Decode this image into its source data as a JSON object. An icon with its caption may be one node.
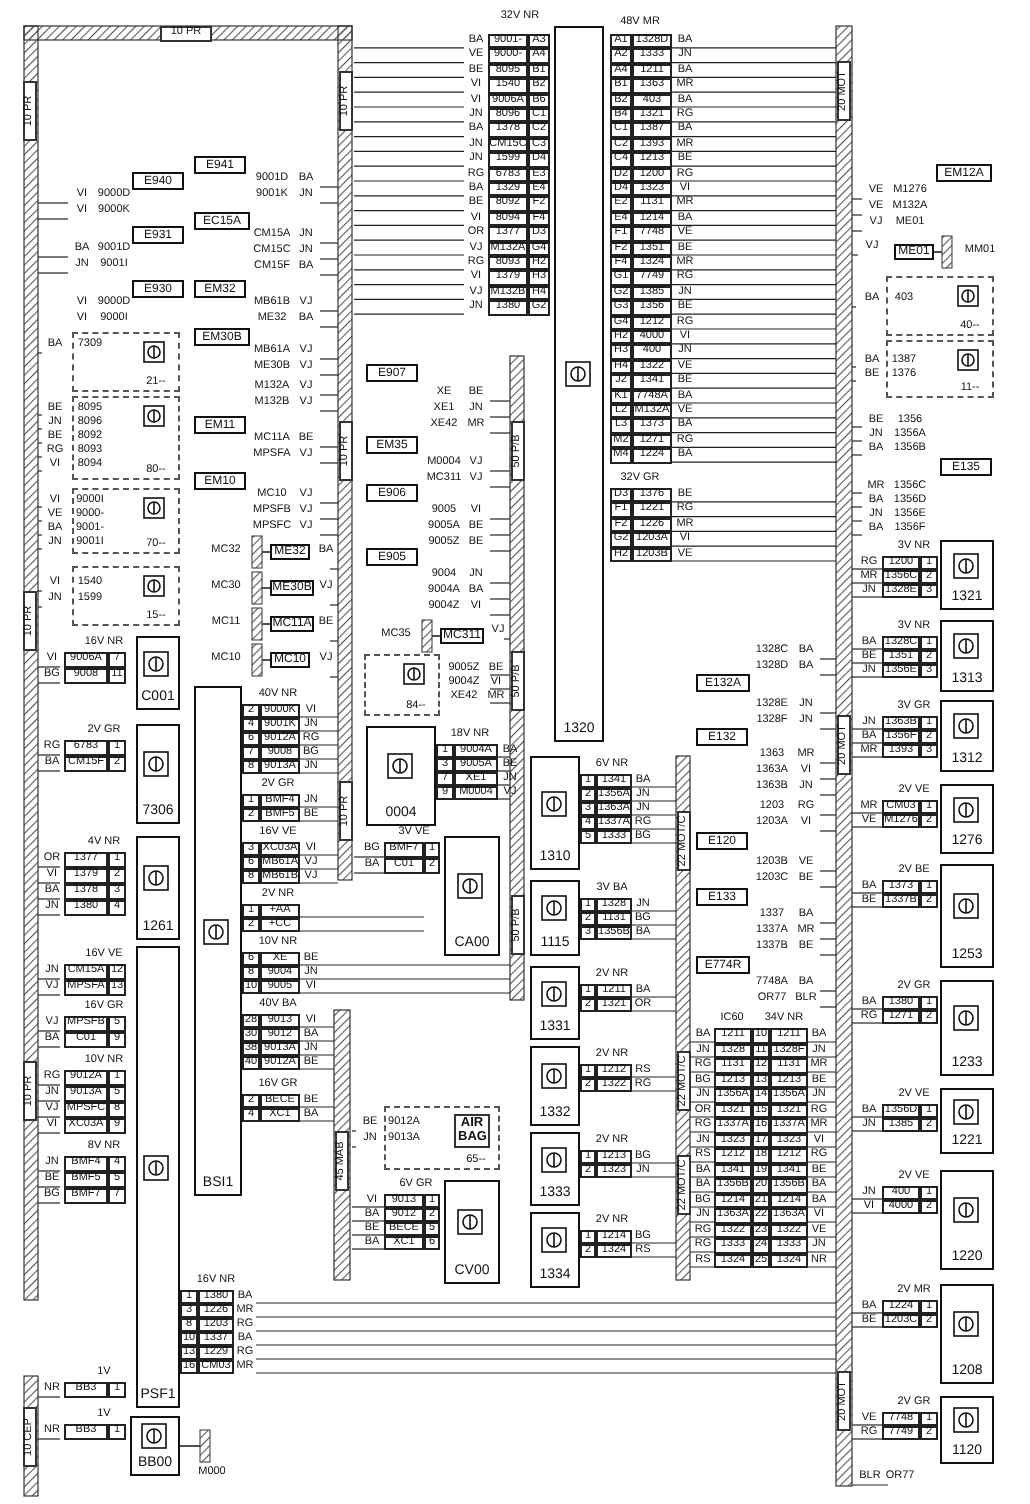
{
  "diagram": {
    "nodes": [
      {
        "text": [
          "E941"
        ]
      },
      {
        "text": [
          "E940"
        ]
      },
      {
        "text": [
          "EC15A"
        ]
      },
      {
        "text": [
          "E931"
        ]
      },
      {
        "text": [
          "E930"
        ]
      },
      {
        "text": [
          "EM32"
        ]
      },
      {
        "text": [
          "EM30B"
        ]
      },
      {
        "text": [
          "EM11"
        ]
      },
      {
        "text": [
          "EM10"
        ]
      },
      {
        "text": [
          "21--"
        ]
      },
      {
        "text": [
          "80--"
        ]
      },
      {
        "text": [
          "70--"
        ]
      },
      {
        "text": [
          "15--"
        ]
      },
      {
        "text": [
          "ME32"
        ],
        "beside": [
          "MC32"
        ]
      },
      {
        "text": [
          "ME30B"
        ],
        "beside": [
          "MC30"
        ]
      },
      {
        "text": [
          "MC11A"
        ],
        "beside": [
          "MC11"
        ]
      },
      {
        "text": [
          "MC10"
        ],
        "beside": [
          "MC10"
        ]
      },
      {
        "text": [
          "E907"
        ]
      },
      {
        "text": [
          "EM35"
        ]
      },
      {
        "text": [
          "E906"
        ]
      },
      {
        "text": [
          "E905"
        ]
      },
      {
        "text": [
          "MC311"
        ],
        "beside": [
          "MC35"
        ]
      },
      {
        "text": [
          "84--"
        ]
      },
      {
        "text": [
          "1320"
        ]
      },
      {
        "text": [
          "C001"
        ]
      },
      {
        "text": [
          "7306"
        ]
      },
      {
        "text": [
          "1261"
        ]
      },
      {
        "text": [
          "0004"
        ]
      },
      {
        "text": [
          "CA00"
        ]
      },
      {
        "text": [
          "BSI1"
        ]
      },
      {
        "text": [
          "1310"
        ]
      },
      {
        "text": [
          "1115"
        ]
      },
      {
        "text": [
          "1331"
        ]
      },
      {
        "text": [
          "1332"
        ]
      },
      {
        "text": [
          "1333"
        ]
      },
      {
        "text": [
          "1334"
        ]
      },
      {
        "text": [
          "AIR BAG",
          "65--"
        ]
      },
      {
        "text": [
          "CV00"
        ]
      },
      {
        "text": [
          "PSF1"
        ]
      },
      {
        "text": [
          "BB00"
        ]
      },
      {
        "text": [
          "EM12A"
        ]
      },
      {
        "text": [
          "ME01"
        ],
        "beside": [
          "MM01"
        ]
      },
      {
        "text": [
          "40--"
        ]
      },
      {
        "text": [
          "11--"
        ]
      },
      {
        "text": [
          "E135"
        ]
      },
      {
        "text": [
          "E132A"
        ]
      },
      {
        "text": [
          "E132"
        ]
      },
      {
        "text": [
          "E120"
        ]
      },
      {
        "text": [
          "E133"
        ]
      },
      {
        "text": [
          "E774R"
        ]
      },
      {
        "text": [
          "1321"
        ]
      },
      {
        "text": [
          "1313"
        ]
      },
      {
        "text": [
          "1312"
        ]
      },
      {
        "text": [
          "1276"
        ]
      },
      {
        "text": [
          "1253"
        ]
      },
      {
        "text": [
          "1233"
        ]
      },
      {
        "text": [
          "1221"
        ]
      },
      {
        "text": [
          "1220"
        ]
      },
      {
        "text": [
          "1208"
        ]
      },
      {
        "text": [
          "1120"
        ]
      }
    ],
    "labels": [
      "10 PR",
      "10 PR",
      "10 PR",
      "10 PR",
      "10 PR",
      "10 PR",
      "10 PR",
      "10 CEP",
      "50 P/B",
      "50 P/B",
      "50 P/B",
      "20 MOT",
      "20 MOT",
      "20 MOT",
      "22 MOT/C",
      "22 MOT/C",
      "22 MOT/C",
      "45 MAB",
      "VI",
      "9000D",
      "VI",
      "9000K",
      "9001D",
      "BA",
      "9001K",
      "JN",
      "BA",
      "9001D",
      "JN",
      "9001I",
      "CM15A",
      "JN",
      "CM15C",
      "JN",
      "CM15F",
      "BA",
      "VI",
      "9000D",
      "VI",
      "9000I",
      "MB61B",
      "VJ",
      "ME32",
      "BA",
      "MB61A",
      "VJ",
      "ME30B",
      "VJ",
      "M132A",
      "VJ",
      "M132B",
      "VJ",
      "MC11A",
      "BE",
      "MPSFA",
      "VJ",
      "MC10",
      "VJ",
      "MPSFB",
      "VJ",
      "MPSFC",
      "VJ",
      "BA",
      "7309",
      "BE",
      "8095",
      "JN",
      "8096",
      "BE",
      "8092",
      "RG",
      "8093",
      "VI",
      "8094",
      "VI",
      "9000I",
      "VE",
      "9000-",
      "BA",
      "9001-",
      "JN",
      "9001I",
      "VI",
      "1540",
      "JN",
      "1599",
      "BA",
      "VJ",
      "BE",
      "VJ",
      "32V NR",
      "BA",
      "9001-",
      "A3",
      "VE",
      "9000-",
      "A4",
      "BE",
      "8095",
      "B1",
      "VI",
      "1540",
      "B2",
      "VI",
      "9006A",
      "B6",
      "JN",
      "8096",
      "C1",
      "BA",
      "1378",
      "C2",
      "JN",
      "CM15C",
      "C3",
      "JN",
      "1599",
      "D4",
      "RG",
      "6783",
      "E3",
      "BA",
      "1329",
      "E4",
      "BE",
      "8092",
      "F2",
      "VI",
      "8094",
      "F4",
      "OR",
      "1377",
      "D3",
      "VJ",
      "M132A",
      "G4",
      "RG",
      "8093",
      "H2",
      "VI",
      "1379",
      "H3",
      "VJ",
      "M132B",
      "H4",
      "JN",
      "1380",
      "G2",
      "XE",
      "BE",
      "XE1",
      "JN",
      "XE42",
      "MR",
      "M0004",
      "VJ",
      "MC311",
      "VJ",
      "9005",
      "VI",
      "9005A",
      "BE",
      "9005Z",
      "BE",
      "9004",
      "JN",
      "9004A",
      "BA",
      "9004Z",
      "VI",
      "VJ",
      "9005Z",
      "BE",
      "9004Z",
      "VI",
      "XE42",
      "MR",
      "18V NR",
      "1",
      "9004A",
      "BA",
      "3",
      "9005A",
      "BE",
      "7",
      "XE1",
      "JN",
      "9",
      "M0004",
      "VJ",
      "3V VE",
      "BG",
      "BMF7",
      "1",
      "BA",
      "C01",
      "2",
      "48V MR",
      "A1",
      "1328D",
      "BA",
      "A2",
      "1333",
      "JN",
      "A4",
      "1211",
      "BA",
      "B1",
      "1363",
      "MR",
      "B2",
      "403",
      "BA",
      "B4",
      "1321",
      "RG",
      "C1",
      "1387",
      "BA",
      "C2",
      "1393",
      "MR",
      "C4",
      "1213",
      "BE",
      "D2",
      "1200",
      "RG",
      "D4",
      "1323",
      "VI",
      "E2",
      "1131",
      "MR",
      "E4",
      "1214",
      "BA",
      "F1",
      "7748",
      "VE",
      "F2",
      "1351",
      "BE",
      "F4",
      "1324",
      "MR",
      "G1",
      "7749",
      "RG",
      "G2",
      "1385",
      "JN",
      "G3",
      "1356",
      "BE",
      "G4",
      "1212",
      "RG",
      "H2",
      "4000",
      "VI",
      "H3",
      "400",
      "JN",
      "H4",
      "1322",
      "VE",
      "J2",
      "1341",
      "BE",
      "K1",
      "7748A",
      "BA",
      "L2",
      "M132A",
      "VE",
      "L3",
      "1373",
      "BA",
      "M2",
      "1271",
      "RG",
      "M4",
      "1224",
      "BA",
      "32V GR",
      "D3",
      "1376",
      "BE",
      "F1",
      "1221",
      "RG",
      "F2",
      "1226",
      "MR",
      "G2",
      "1203A",
      "VI",
      "H2",
      "1203B",
      "VE",
      "VE",
      "M1276",
      "VE",
      "M132A",
      "VJ",
      "ME01",
      "VJ",
      "BA",
      "403",
      "BA",
      "1387",
      "BE",
      "1376",
      "BE",
      "1356",
      "JN",
      "1356A",
      "BA",
      "1356B",
      "MR",
      "1356C",
      "BA",
      "1356D",
      "JN",
      "1356E",
      "BA",
      "1356F",
      "3V NR",
      "RG",
      "1200",
      "1",
      "MR",
      "1356C",
      "2",
      "JN",
      "1328E",
      "3",
      "3V NR",
      "BA",
      "1328C",
      "1",
      "BE",
      "1351",
      "2",
      "JN",
      "1356E",
      "3",
      "3V GR",
      "JN",
      "1363B",
      "1",
      "BA",
      "1356F",
      "2",
      "MR",
      "1393",
      "3",
      "2V VE",
      "MR",
      "CM03",
      "1",
      "VE",
      "M1276",
      "2",
      "2V BE",
      "BA",
      "1373",
      "1",
      "BE",
      "1337B",
      "2",
      "2V GR",
      "BA",
      "1380",
      "1",
      "RG",
      "1271",
      "2",
      "2V VE",
      "BA",
      "1356D",
      "1",
      "JN",
      "1385",
      "2",
      "2V VE",
      "JN",
      "400",
      "1",
      "VI",
      "4000",
      "2",
      "2V MR",
      "BA",
      "1224",
      "1",
      "BE",
      "1203C",
      "2",
      "2V GR",
      "VE",
      "7748",
      "1",
      "RG",
      "7749",
      "2",
      "BLR",
      "OR77",
      "1328C",
      "BA",
      "1328D",
      "BA",
      "1328E",
      "JN",
      "1328F",
      "JN",
      "1363",
      "MR",
      "1363A",
      "VI",
      "1363B",
      "JN",
      "1203",
      "RG",
      "1203A",
      "VI",
      "1203B",
      "VE",
      "1203C",
      "BE",
      "1337",
      "BA",
      "1337A",
      "MR",
      "1337B",
      "BE",
      "7748A",
      "BA",
      "OR77",
      "BLR",
      "IC60",
      "34V NR",
      "BA",
      "1211",
      "10",
      "1211",
      "BA",
      "JN",
      "1328",
      "11",
      "1328F",
      "JN",
      "RG",
      "1131",
      "12",
      "1131",
      "MR",
      "BG",
      "1213",
      "13",
      "1213",
      "BE",
      "JN",
      "1356A",
      "14",
      "1356A",
      "JN",
      "OR",
      "1321",
      "15",
      "1321",
      "RG",
      "RG",
      "1337A",
      "16",
      "1337A",
      "MR",
      "JN",
      "1323",
      "17",
      "1323",
      "VI",
      "RS",
      "1212",
      "18",
      "1212",
      "RG",
      "BA",
      "1341",
      "19",
      "1341",
      "BE",
      "BA",
      "1356B",
      "20",
      "1356B",
      "BA",
      "BG",
      "1214",
      "21",
      "1214",
      "BA",
      "JN",
      "1363A",
      "22",
      "1363A",
      "VI",
      "RG",
      "1322",
      "23",
      "1322",
      "VE",
      "RG",
      "1333",
      "24",
      "1333",
      "JN",
      "RS",
      "1324",
      "25",
      "1324",
      "NR",
      "6V NR",
      "1",
      "1341",
      "BA",
      "2",
      "1356A",
      "JN",
      "3",
      "1363A",
      "JN",
      "4",
      "1337A",
      "RG",
      "5",
      "1333",
      "BG",
      "3V BA",
      "1",
      "1328",
      "JN",
      "2",
      "1131",
      "BG",
      "3",
      "1356B",
      "BA",
      "2V NR",
      "1",
      "1211",
      "BA",
      "2",
      "1321",
      "OR",
      "2V NR",
      "1",
      "1212",
      "RS",
      "2",
      "1322",
      "RG",
      "2V NR",
      "1",
      "1213",
      "BG",
      "2",
      "1323",
      "JN",
      "2V NR",
      "1",
      "1214",
      "BG",
      "2",
      "1324",
      "RS",
      "16V NR",
      "VI",
      "9006A",
      "7",
      "BG",
      "9008",
      "11",
      "2V GR",
      "RG",
      "6783",
      "1",
      "BA",
      "CM15F",
      "2",
      "4V NR",
      "OR",
      "1377",
      "1",
      "VI",
      "1379",
      "2",
      "BA",
      "1378",
      "3",
      "JN",
      "1380",
      "4",
      "16V VE",
      "JN",
      "CM15A",
      "12",
      "VJ",
      "MPSFA",
      "13",
      "16V GR",
      "VJ",
      "MPSFB",
      "5",
      "BA",
      "C01",
      "9",
      "10V NR",
      "RG",
      "9012A",
      "1",
      "JN",
      "9013A",
      "5",
      "VJ",
      "MPSFC",
      "8",
      "VI",
      "XC03A",
      "9",
      "8V NR",
      "JN",
      "BMF4",
      "4",
      "BE",
      "BMF5",
      "5",
      "BG",
      "BMF7",
      "7",
      "1V",
      "NR",
      "BB3",
      "1",
      "1V",
      "NR",
      "BB3",
      "1",
      "M000",
      "16V NR",
      "1",
      "1380",
      "BA",
      "3",
      "1226",
      "MR",
      "8",
      "1203",
      "RG",
      "10",
      "1337",
      "BA",
      "13",
      "1229",
      "RG",
      "16",
      "CM03",
      "MR",
      "40V NR",
      "2",
      "9000K",
      "VI",
      "4",
      "9001K",
      "JN",
      "6",
      "9012A",
      "RG",
      "7",
      "9008",
      "BG",
      "8",
      "9013A",
      "JN",
      "2V GR",
      "1",
      "BMF4",
      "JN",
      "2",
      "BMF5",
      "BE",
      "16V VE",
      "3",
      "XC03A",
      "VI",
      "6",
      "MB61A",
      "VJ",
      "8",
      "MB61B",
      "VJ",
      "2V NR",
      "1",
      "+AA",
      "2",
      "+CC",
      "10V NR",
      "6",
      "XE",
      "BE",
      "8",
      "9004",
      "JN",
      "10",
      "9005",
      "VI",
      "40V BA",
      "28",
      "9013",
      "VI",
      "30",
      "9012",
      "BA",
      "38",
      "9013A",
      "JN",
      "40",
      "9012A",
      "BE",
      "16V GR",
      "2",
      "BECE",
      "BE",
      "4",
      "XC1",
      "BA",
      "BE",
      "9012A",
      "JN",
      "9013A",
      "6V GR",
      "VI",
      "9013",
      "1",
      "BA",
      "9012",
      "2",
      "BE",
      "BECE",
      "5",
      "BA",
      "XC1",
      "6"
    ]
  }
}
